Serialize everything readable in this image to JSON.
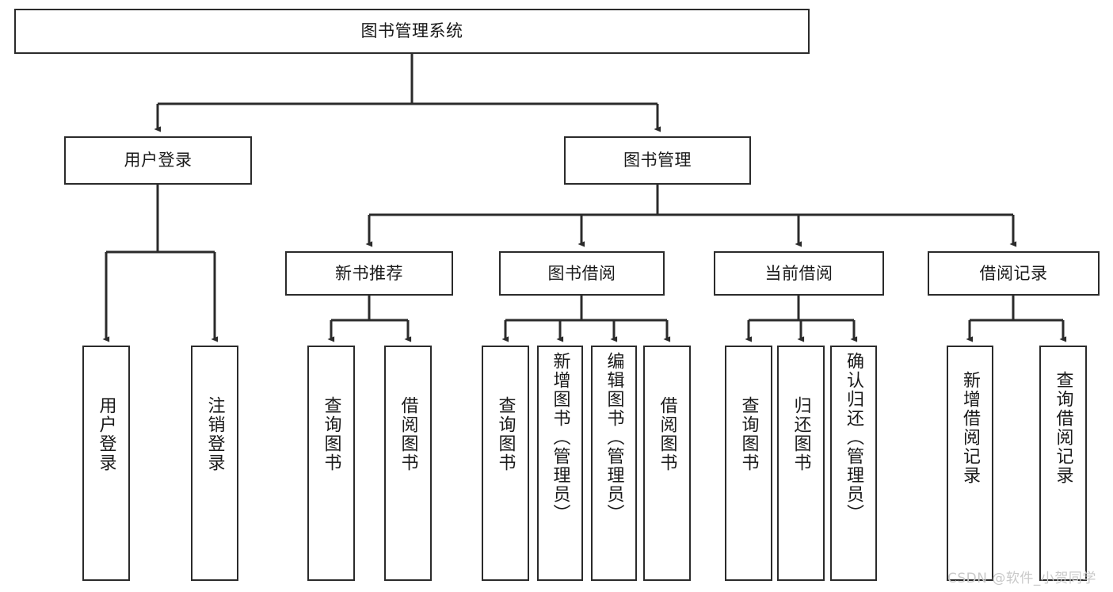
{
  "diagram": {
    "type": "tree-hierarchy",
    "title": "图书管理系统",
    "watermark": "CSDN @软件_小贺同学",
    "stroke_color": "#2b2b2b",
    "fill_color": "#ffffff",
    "text_color": "#1a1a1a",
    "root": {
      "label": "图书管理系统"
    },
    "level2": [
      {
        "label": "用户登录"
      },
      {
        "label": "图书管理"
      }
    ],
    "level3": [
      {
        "label": "新书推荐"
      },
      {
        "label": "图书借阅"
      },
      {
        "label": "当前借阅"
      },
      {
        "label": "借阅记录"
      }
    ],
    "leaves": {
      "user_login": [
        {
          "label": "用户登录"
        },
        {
          "label": "注销登录"
        }
      ],
      "new_book_recommend": [
        {
          "label": "查询图书"
        },
        {
          "label": "借阅图书"
        }
      ],
      "book_borrow": [
        {
          "label": "查询图书"
        },
        {
          "label": "新增图书（管理员）"
        },
        {
          "label": "编辑图书（管理员）"
        },
        {
          "label": "借阅图书"
        }
      ],
      "current_borrow": [
        {
          "label": "查询图书"
        },
        {
          "label": "归还图书"
        },
        {
          "label": "确认归还（管理员）"
        }
      ],
      "borrow_record": [
        {
          "label": "新增借阅记录"
        },
        {
          "label": "查询借阅记录"
        }
      ]
    }
  }
}
